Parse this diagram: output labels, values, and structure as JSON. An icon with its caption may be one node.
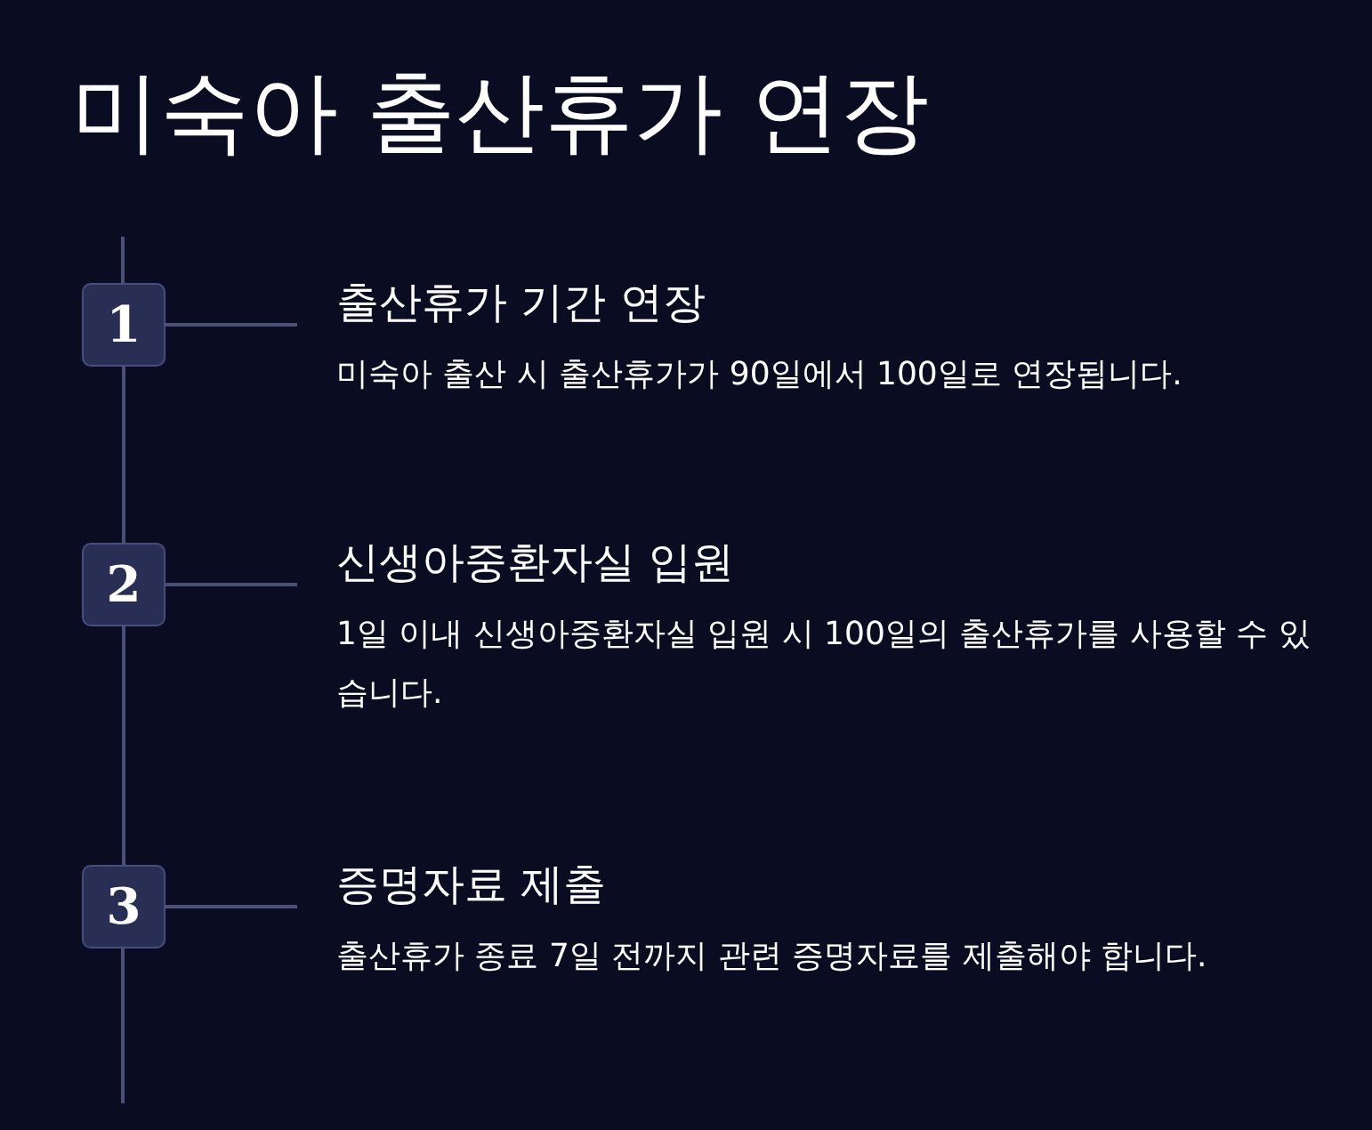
{
  "diagram": {
    "title": "미숙아 출산휴가 연장",
    "nodes": [
      {
        "text": [
          "1"
        ]
      },
      {
        "text": [
          "출산휴가 기간 연장",
          "미숙아 출산 시 출산휴가가 90일에서 100일로 연장됩니다."
        ]
      },
      {
        "text": [
          "2"
        ]
      },
      {
        "text": [
          "신생아중환자실 입원",
          "1일 이내 신생아중환자실 입원 시 100일의 출산휴가를 사용할 수 있습니다."
        ]
      },
      {
        "text": [
          "3"
        ]
      },
      {
        "text": [
          "증명자료 제출",
          "출산휴가 종료 7일 전까지 관련 증명자료를 제출해야 합니다."
        ]
      }
    ],
    "edges": [
      {
        "from": 0,
        "to": 1,
        "arrow": "none"
      },
      {
        "from": 2,
        "to": 3,
        "arrow": "none"
      },
      {
        "from": 4,
        "to": 5,
        "arrow": "none"
      },
      {
        "from": 0,
        "to": 2,
        "arrow": "none"
      },
      {
        "from": 2,
        "to": 4,
        "arrow": "none"
      }
    ]
  }
}
